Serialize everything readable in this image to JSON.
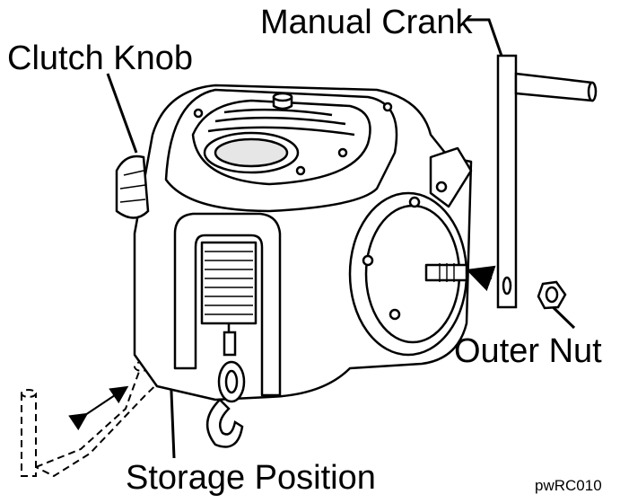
{
  "labels": {
    "manual_crank": "Manual Crank",
    "clutch_knob": "Clutch Knob",
    "outer_nut": "Outer Nut",
    "storage_position": "Storage Position"
  },
  "figure_code": "pwRC010",
  "colors": {
    "line": "#000000",
    "fill": "#ffffff",
    "shade": "#e6e6e6"
  },
  "icons": [
    "winch-body",
    "manual-crank",
    "clutch-knob",
    "outer-nut",
    "hook",
    "cable-drum",
    "storage-pin",
    "arrow"
  ]
}
